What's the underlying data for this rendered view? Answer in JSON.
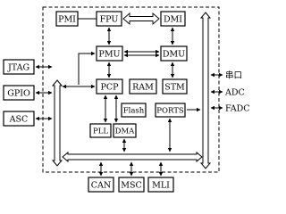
{
  "blocks": {
    "pmi": "PMI",
    "fpu": "FPU",
    "dmi": "DMI",
    "pmu": "PMU",
    "dmu": "DMU",
    "pcp": "PCP",
    "ram": "RAM",
    "stm": "STM",
    "flash": "Flash",
    "pll": "PLL",
    "dma": "DMA",
    "ports": "PORTS"
  },
  "left_interfaces": [
    "JTAG",
    "GPIO",
    "ASC"
  ],
  "bottom_interfaces": [
    "CAN",
    "MSC",
    "MLI"
  ],
  "right_labels": [
    "串口",
    "ADC",
    "FADC"
  ]
}
